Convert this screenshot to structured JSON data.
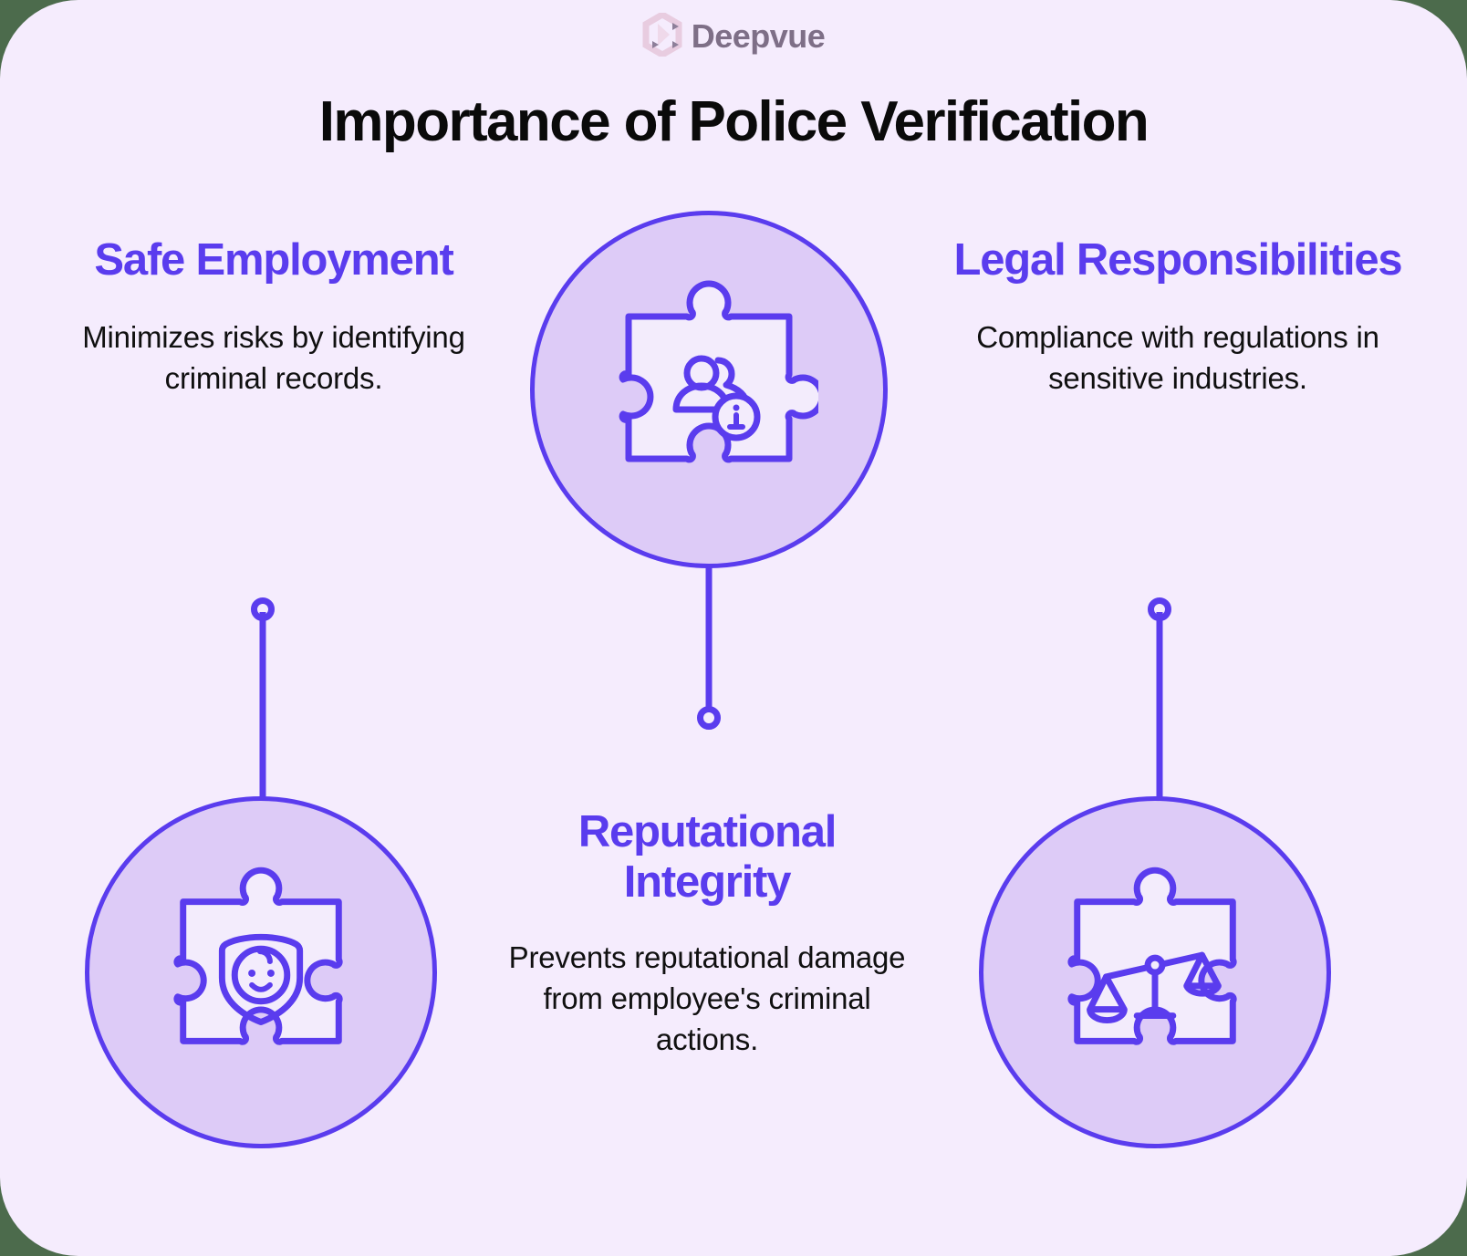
{
  "brand": {
    "name": "Deepvue",
    "logo_icon": "deepvue-hexagon-logo-icon",
    "logo_color": "#e6c8de",
    "text_color": "#7e6f87"
  },
  "title": "Importance of Police Verification",
  "colors": {
    "page_background": "#4c6b4c",
    "card_background": "#f5ecfd",
    "accent_purple": "#5a3cee",
    "circle_fill": "#ddcbf7",
    "puzzle_fill": "#f3ecfc",
    "body_text": "#101010",
    "title_text": "#0a0a0a"
  },
  "nodes": [
    {
      "id": "safe-employment",
      "heading": "Safe Employment",
      "body": "Minimizes risks by identifying criminal records.",
      "icon": "puzzle-piece-shield-baby-icon",
      "icon_position": "bottom-left"
    },
    {
      "id": "reputational-integrity",
      "heading": "Reputational Integrity",
      "body": "Prevents reputational damage from employee's criminal actions.",
      "icon": "puzzle-piece-people-info-icon",
      "icon_position": "top-center"
    },
    {
      "id": "legal-responsibilities",
      "heading": "Legal Responsibilities",
      "body": "Compliance with regulations in sensitive industries.",
      "icon": "puzzle-piece-scales-of-justice-icon",
      "icon_position": "bottom-right"
    }
  ]
}
